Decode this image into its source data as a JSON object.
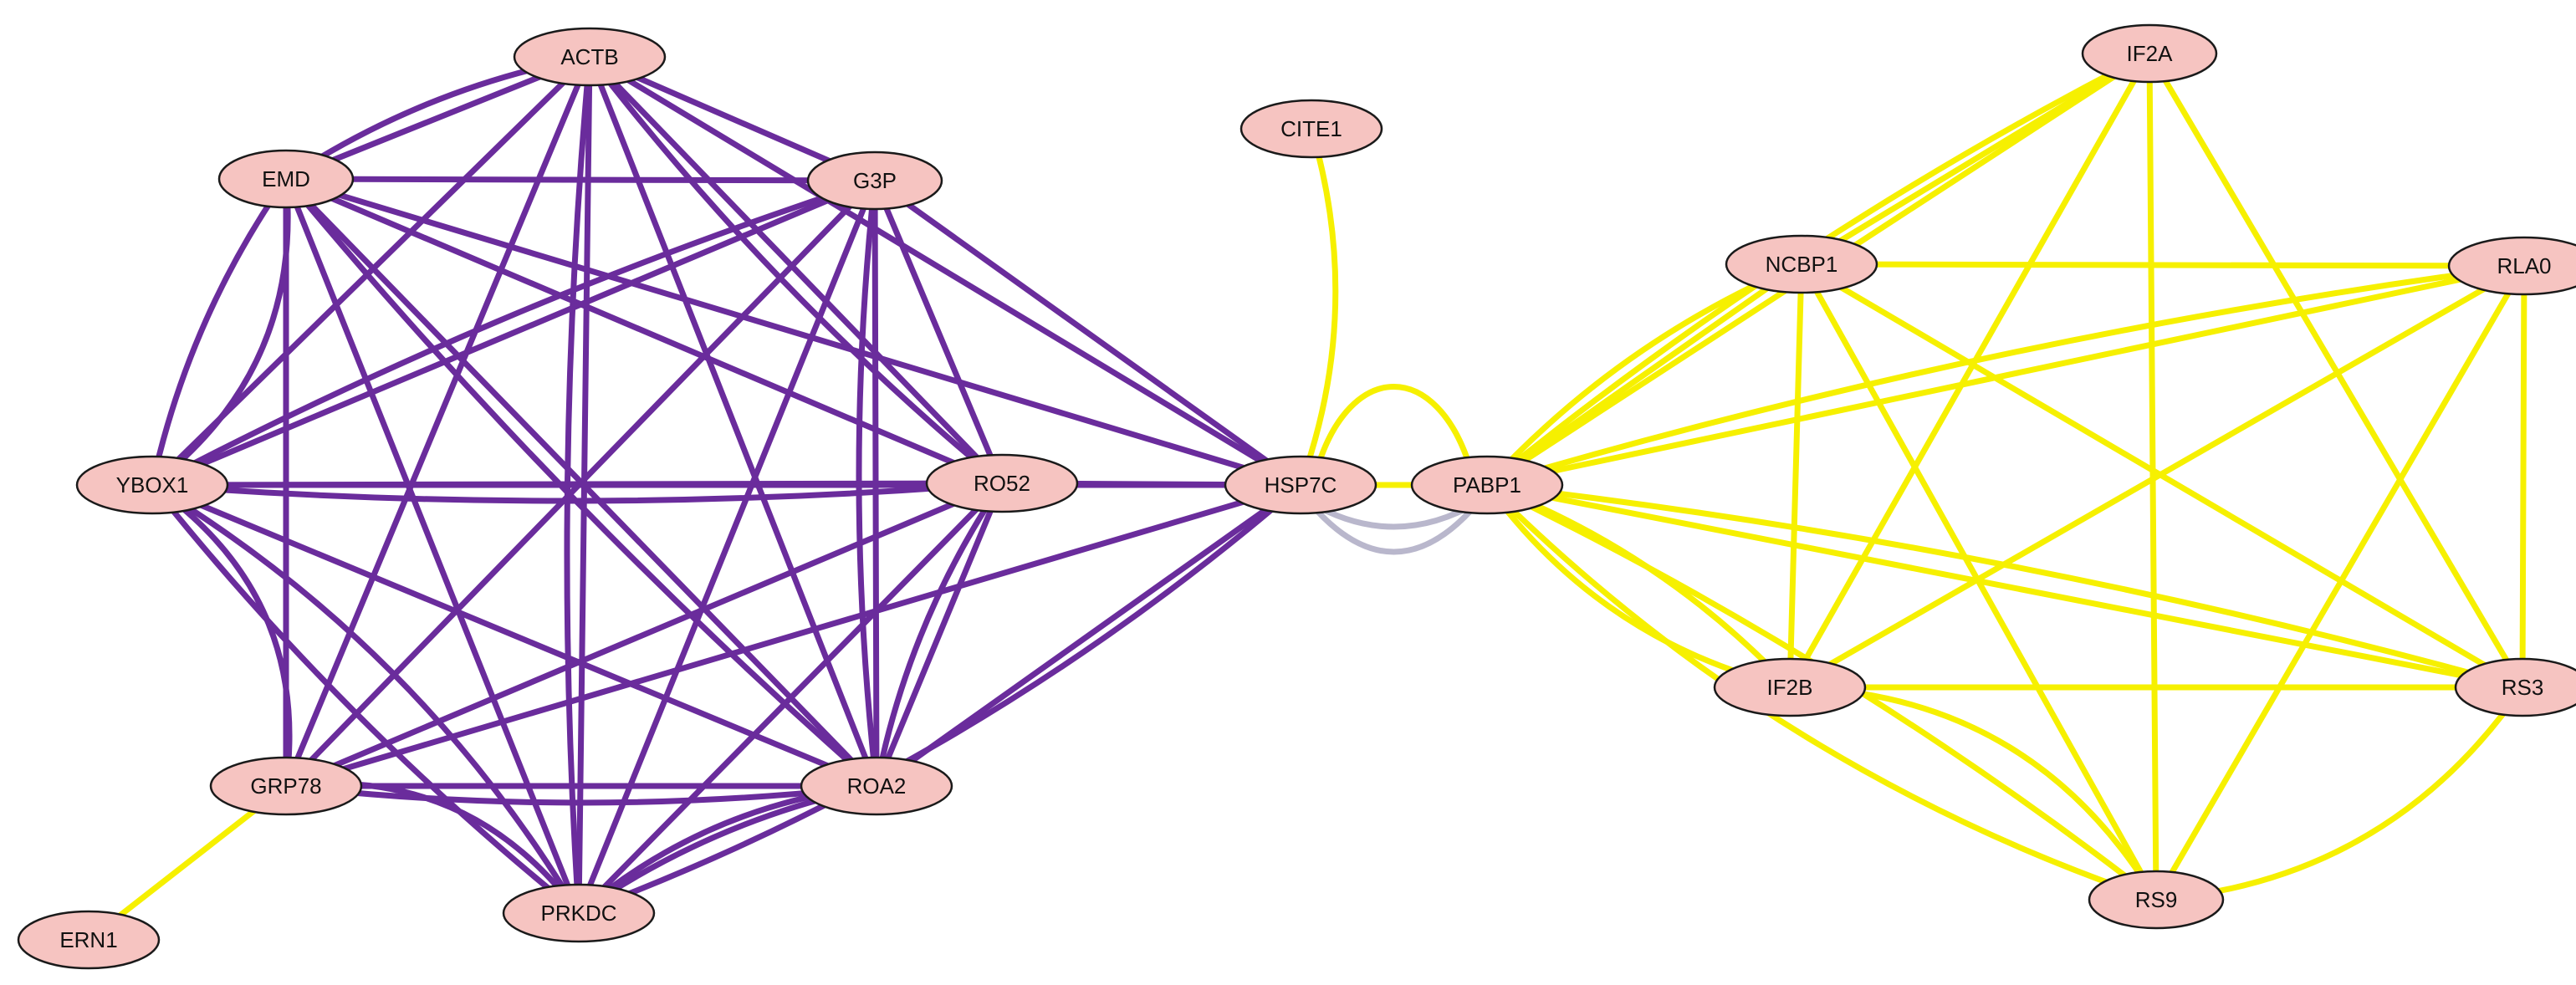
{
  "colors": {
    "node_fill": "#f6c4c1",
    "node_stroke": "#1a1a1a",
    "edge_purple": "#6a2c9c",
    "edge_yellow": "#f6f000",
    "edge_gray": "#b9b7cc"
  },
  "nodes": [
    {
      "id": "ACTB",
      "label": "ACTB"
    },
    {
      "id": "EMD",
      "label": "EMD"
    },
    {
      "id": "G3P",
      "label": "G3P"
    },
    {
      "id": "YBOX1",
      "label": "YBOX1"
    },
    {
      "id": "RO52",
      "label": "RO52"
    },
    {
      "id": "GRP78",
      "label": "GRP78"
    },
    {
      "id": "ROA2",
      "label": "ROA2"
    },
    {
      "id": "PRKDC",
      "label": "PRKDC"
    },
    {
      "id": "ERN1",
      "label": "ERN1"
    },
    {
      "id": "CITE1",
      "label": "CITE1"
    },
    {
      "id": "HSP7C",
      "label": "HSP7C"
    },
    {
      "id": "PABP1",
      "label": "PABP1"
    },
    {
      "id": "IF2A",
      "label": "IF2A"
    },
    {
      "id": "NCBP1",
      "label": "NCBP1"
    },
    {
      "id": "RLA0",
      "label": "RLA0"
    },
    {
      "id": "IF2B",
      "label": "IF2B"
    },
    {
      "id": "RS3",
      "label": "RS3"
    },
    {
      "id": "RS9",
      "label": "RS9"
    }
  ],
  "edges": [
    {
      "source": "ACTB",
      "target": "EMD",
      "group": "purple"
    },
    {
      "source": "ACTB",
      "target": "G3P",
      "group": "purple"
    },
    {
      "source": "ACTB",
      "target": "YBOX1",
      "group": "purple"
    },
    {
      "source": "ACTB",
      "target": "RO52",
      "group": "purple"
    },
    {
      "source": "ACTB",
      "target": "GRP78",
      "group": "purple"
    },
    {
      "source": "ACTB",
      "target": "ROA2",
      "group": "purple"
    },
    {
      "source": "ACTB",
      "target": "PRKDC",
      "group": "purple"
    },
    {
      "source": "ACTB",
      "target": "HSP7C",
      "group": "purple"
    },
    {
      "source": "EMD",
      "target": "G3P",
      "group": "purple"
    },
    {
      "source": "EMD",
      "target": "YBOX1",
      "group": "purple"
    },
    {
      "source": "EMD",
      "target": "RO52",
      "group": "purple"
    },
    {
      "source": "EMD",
      "target": "GRP78",
      "group": "purple"
    },
    {
      "source": "EMD",
      "target": "ROA2",
      "group": "purple"
    },
    {
      "source": "EMD",
      "target": "PRKDC",
      "group": "purple"
    },
    {
      "source": "EMD",
      "target": "HSP7C",
      "group": "purple"
    },
    {
      "source": "G3P",
      "target": "YBOX1",
      "group": "purple"
    },
    {
      "source": "G3P",
      "target": "RO52",
      "group": "purple"
    },
    {
      "source": "G3P",
      "target": "GRP78",
      "group": "purple"
    },
    {
      "source": "G3P",
      "target": "ROA2",
      "group": "purple"
    },
    {
      "source": "G3P",
      "target": "PRKDC",
      "group": "purple"
    },
    {
      "source": "G3P",
      "target": "HSP7C",
      "group": "purple"
    },
    {
      "source": "YBOX1",
      "target": "RO52",
      "group": "purple"
    },
    {
      "source": "YBOX1",
      "target": "GRP78",
      "group": "purple"
    },
    {
      "source": "YBOX1",
      "target": "ROA2",
      "group": "purple"
    },
    {
      "source": "YBOX1",
      "target": "PRKDC",
      "group": "purple"
    },
    {
      "source": "YBOX1",
      "target": "HSP7C",
      "group": "purple"
    },
    {
      "source": "RO52",
      "target": "GRP78",
      "group": "purple"
    },
    {
      "source": "RO52",
      "target": "ROA2",
      "group": "purple"
    },
    {
      "source": "RO52",
      "target": "PRKDC",
      "group": "purple"
    },
    {
      "source": "RO52",
      "target": "HSP7C",
      "group": "purple"
    },
    {
      "source": "GRP78",
      "target": "ROA2",
      "group": "purple"
    },
    {
      "source": "GRP78",
      "target": "PRKDC",
      "group": "purple"
    },
    {
      "source": "GRP78",
      "target": "HSP7C",
      "group": "purple"
    },
    {
      "source": "ROA2",
      "target": "PRKDC",
      "group": "purple"
    },
    {
      "source": "ROA2",
      "target": "HSP7C",
      "group": "purple"
    },
    {
      "source": "PRKDC",
      "target": "HSP7C",
      "group": "purple"
    },
    {
      "source": "GRP78",
      "target": "ERN1",
      "group": "yellow"
    },
    {
      "source": "CITE1",
      "target": "HSP7C",
      "group": "yellow"
    },
    {
      "source": "HSP7C",
      "target": "PABP1",
      "group": "yellow"
    },
    {
      "source": "HSP7C",
      "target": "PABP1",
      "group": "gray"
    },
    {
      "source": "PABP1",
      "target": "IF2A",
      "group": "yellow"
    },
    {
      "source": "PABP1",
      "target": "NCBP1",
      "group": "yellow"
    },
    {
      "source": "PABP1",
      "target": "RLA0",
      "group": "yellow"
    },
    {
      "source": "PABP1",
      "target": "IF2B",
      "group": "yellow"
    },
    {
      "source": "PABP1",
      "target": "RS3",
      "group": "yellow"
    },
    {
      "source": "PABP1",
      "target": "RS9",
      "group": "yellow"
    },
    {
      "source": "IF2A",
      "target": "NCBP1",
      "group": "yellow"
    },
    {
      "source": "IF2A",
      "target": "IF2B",
      "group": "yellow"
    },
    {
      "source": "IF2A",
      "target": "RS3",
      "group": "yellow"
    },
    {
      "source": "IF2A",
      "target": "RS9",
      "group": "yellow"
    },
    {
      "source": "NCBP1",
      "target": "RLA0",
      "group": "yellow"
    },
    {
      "source": "NCBP1",
      "target": "IF2B",
      "group": "yellow"
    },
    {
      "source": "NCBP1",
      "target": "RS3",
      "group": "yellow"
    },
    {
      "source": "NCBP1",
      "target": "RS9",
      "group": "yellow"
    },
    {
      "source": "RLA0",
      "target": "IF2B",
      "group": "yellow"
    },
    {
      "source": "RLA0",
      "target": "RS3",
      "group": "yellow"
    },
    {
      "source": "RLA0",
      "target": "RS9",
      "group": "yellow"
    },
    {
      "source": "IF2B",
      "target": "RS3",
      "group": "yellow"
    },
    {
      "source": "IF2B",
      "target": "RS9",
      "group": "yellow"
    },
    {
      "source": "RS3",
      "target": "RS9",
      "group": "yellow"
    }
  ]
}
